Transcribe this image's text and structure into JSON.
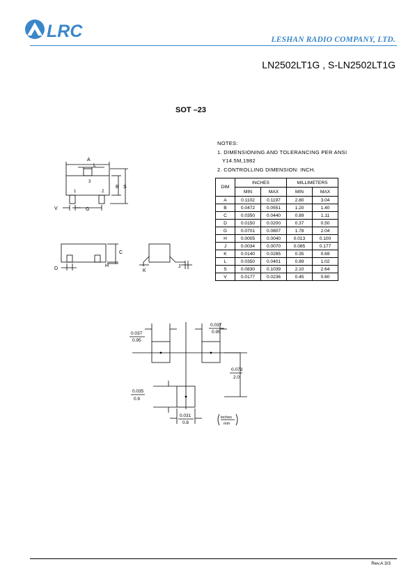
{
  "header": {
    "logo_text": "LRC",
    "company": "LESHAN RADIO COMPANY, LTD.",
    "part_number": "LN2502LT1G , S-LN2502LT1G",
    "brand_color": "#3a86c8"
  },
  "package": {
    "title": "SOT –23"
  },
  "notes": {
    "heading": "NOTES:",
    "line1": "1. DIMENSIONING AND TOLERANCING PER ANSI",
    "line1b": "Y14.5M,1982",
    "line2": "2. CONTROLLING DIMENSION: INCH."
  },
  "table": {
    "dim_header": "DIM",
    "inches_header": "INCHES",
    "mm_header": "MILLIMETERS",
    "min": "MIN",
    "max": "MAX",
    "rows": [
      {
        "dim": "A",
        "in_min": "0.1102",
        "in_max": "0.1197",
        "mm_min": "2.80",
        "mm_max": "3.04"
      },
      {
        "dim": "B",
        "in_min": "0.0472",
        "in_max": "0.0551",
        "mm_min": "1.20",
        "mm_max": "1.40"
      },
      {
        "dim": "C",
        "in_min": "0.0350",
        "in_max": "0.0440",
        "mm_min": "0.89",
        "mm_max": "1.11"
      },
      {
        "dim": "D",
        "in_min": "0.0150",
        "in_max": "0.0200",
        "mm_min": "0.37",
        "mm_max": "0.50"
      },
      {
        "dim": "G",
        "in_min": "0.0701",
        "in_max": "0.0807",
        "mm_min": "1.78",
        "mm_max": "2.04"
      },
      {
        "dim": "H",
        "in_min": "0.0005",
        "in_max": "0.0040",
        "mm_min": "0.013",
        "mm_max": "0.100"
      },
      {
        "dim": "J",
        "in_min": "0.0034",
        "in_max": "0.0070",
        "mm_min": "0.085",
        "mm_max": "0.177"
      },
      {
        "dim": "K",
        "in_min": "0.0140",
        "in_max": "0.0285",
        "mm_min": "0.35",
        "mm_max": "0.69"
      },
      {
        "dim": "L",
        "in_min": "0.0350",
        "in_max": "0.0401",
        "mm_min": "0.89",
        "mm_max": "1.02"
      },
      {
        "dim": "S",
        "in_min": "0.0830",
        "in_max": "0.1039",
        "mm_min": "2.10",
        "mm_max": "2.64"
      },
      {
        "dim": "V",
        "in_min": "0.0177",
        "in_max": "0.0236",
        "mm_min": "0.45",
        "mm_max": "0.60"
      }
    ]
  },
  "drawing_labels": {
    "A": "A",
    "L": "L",
    "B": "B",
    "S": "S",
    "V": "V",
    "G": "G",
    "C": "C",
    "D": "D",
    "H": "H",
    "K": "K",
    "J": "J",
    "pin1": "1",
    "pin2": "2",
    "pin3": "3"
  },
  "footprint": {
    "pad_top_left_in": "0.037",
    "pad_top_left_mm": "0.95",
    "pad_top_right_in": "0.037",
    "pad_top_right_mm": "0.95",
    "pitch_in": "0.079",
    "pitch_mm": "2.0",
    "pad_height_in": "0.035",
    "pad_height_mm": "0.9",
    "pad_width_in": "0.031",
    "pad_width_mm": "0.8",
    "legend_in": "inches",
    "legend_mm": "mm"
  },
  "footer": {
    "rev": "Rev.A  3/3"
  }
}
